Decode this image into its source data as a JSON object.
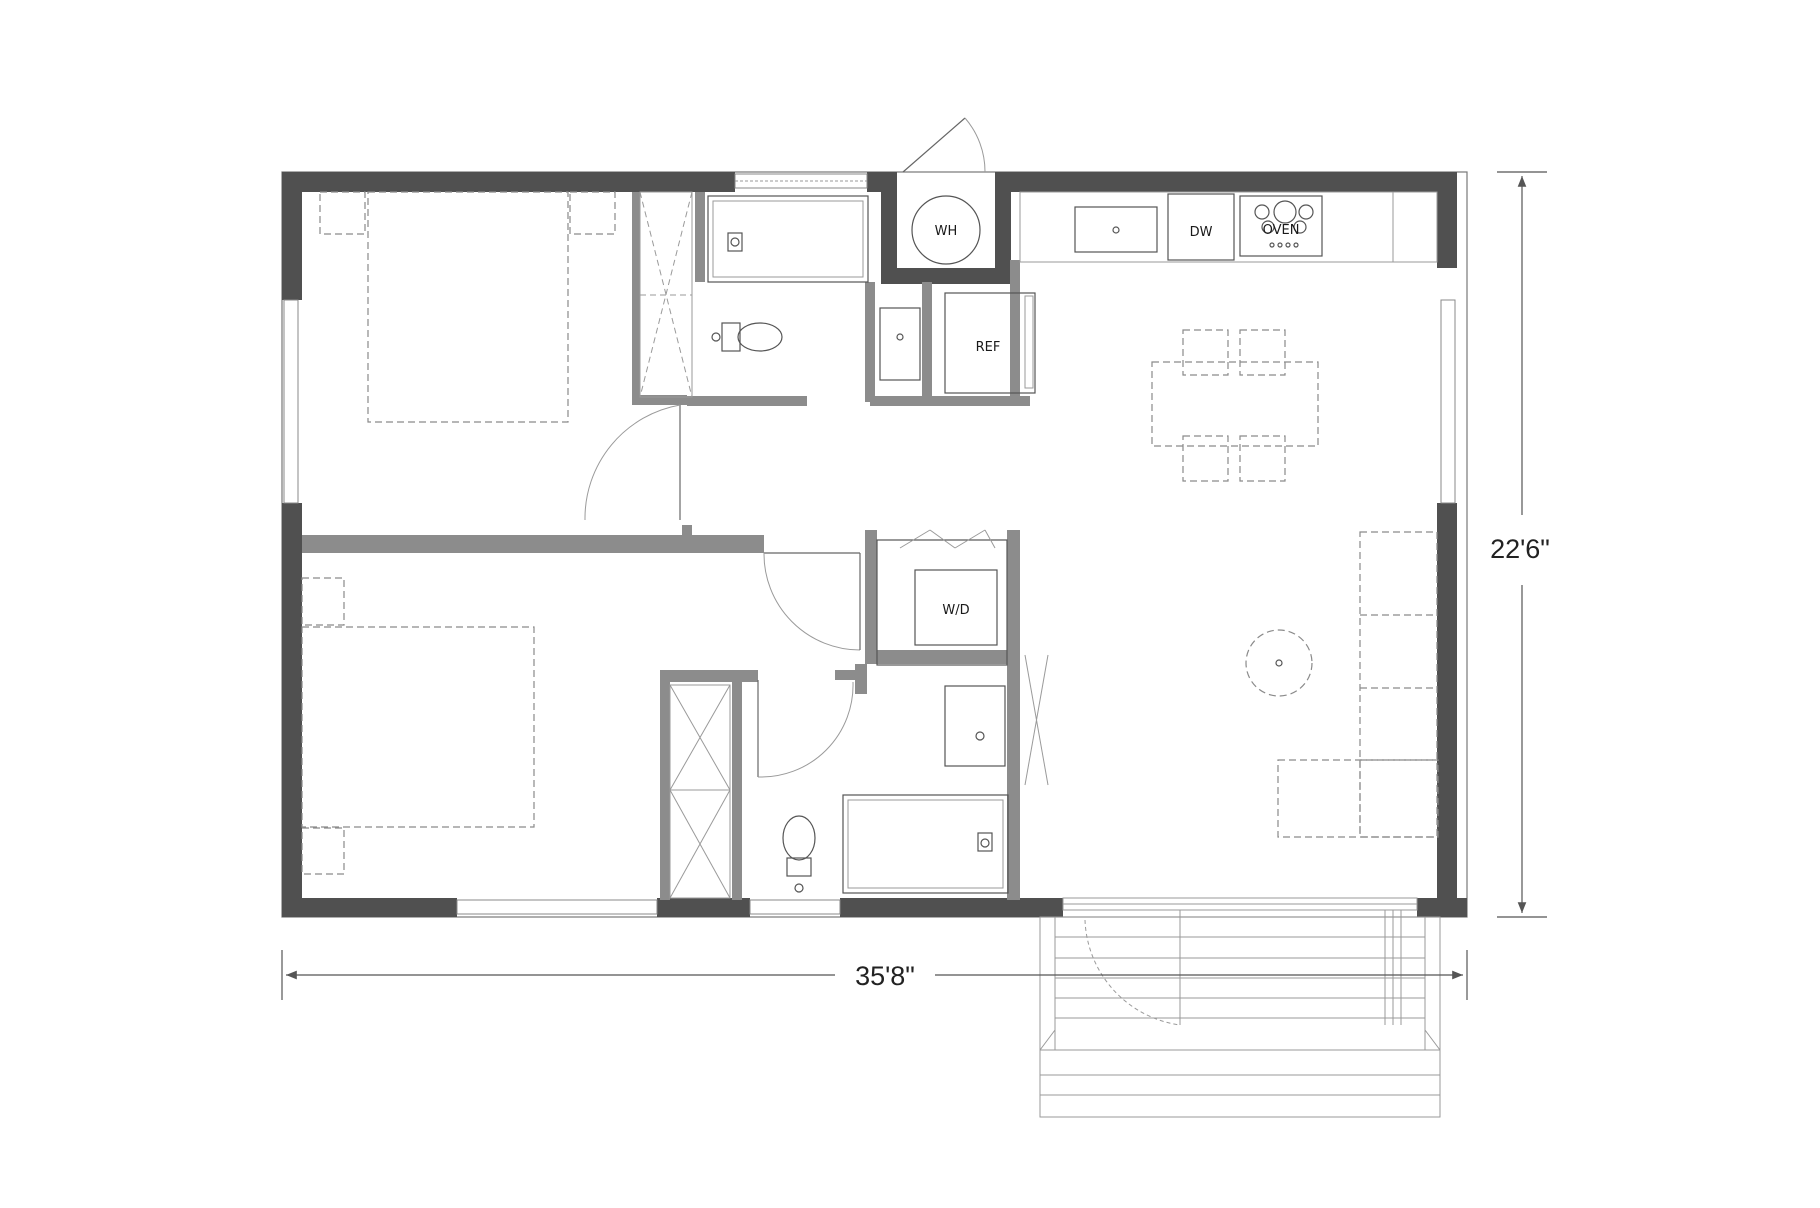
{
  "labels": {
    "water_heater": "WH",
    "dishwasher": "DW",
    "oven": "OVEN",
    "refrigerator": "REF",
    "washer_dryer": "W/D"
  },
  "dimensions": {
    "width": "35'8\"",
    "height": "22'6\""
  },
  "colors": {
    "exterior_wall": "#505050",
    "interior_wall": "#8c8c8c",
    "line": "#555555"
  }
}
